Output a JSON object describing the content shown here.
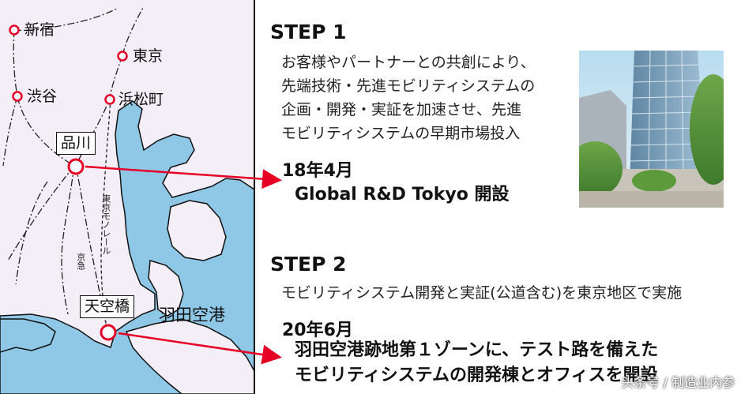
{
  "map": {
    "stations": {
      "shinjuku": "新宿",
      "tokyo": "東京",
      "shibuya": "渋谷",
      "hamamatsucho": "浜松町",
      "shinagawa": "品川",
      "tenkubashi": "天空橋"
    },
    "line_labels": {
      "monorail": "東京モノレール",
      "keikyu": "京急"
    },
    "airport": "羽田空港",
    "colors": {
      "water": "#8ec8e6",
      "land": "#f4eef6",
      "marker": "#e60026"
    }
  },
  "step1": {
    "title": "STEP 1",
    "body": [
      "お客様やパートナーとの共創により、",
      "先端技術・先進モビリティシステムの",
      "企画・開発・実証を加速させ、先進",
      "モビリティシステムの早期市場投入"
    ],
    "date": "18年4月",
    "headline": "Global R&D Tokyo 開設"
  },
  "step2": {
    "title": "STEP 2",
    "body": "モビリティシステム開発と実証(公道含む)を東京地区で実施",
    "date": "20年6月",
    "headline": [
      "羽田空港跡地第１ゾーンに、テスト路を備えた",
      "モビリティシステムの開発棟とオフィスを開設"
    ]
  },
  "watermark": "头条号 / 制造业内参"
}
